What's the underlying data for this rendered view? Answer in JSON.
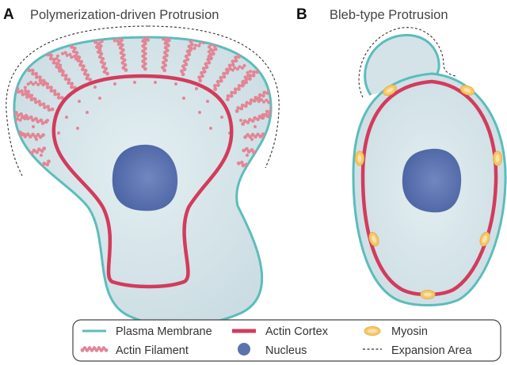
{
  "panels": {
    "a": {
      "letter": "A",
      "title": "Polymerization-driven Protrusion"
    },
    "b": {
      "letter": "B",
      "title": "Bleb-type Protrusion"
    }
  },
  "legend": {
    "plasma_membrane": "Plasma Membrane",
    "actin_cortex": "Actin Cortex",
    "myosin": "Myosin",
    "actin_filament": "Actin Filament",
    "nucleus": "Nucleus",
    "expansion_area": "Expansion Area"
  },
  "colors": {
    "membrane": "#5bbdbb",
    "cytoplasm": "#d4e3e8",
    "actin_cortex": "#d33b5c",
    "actin_filament": "#e38596",
    "myosin": "#f5c86a",
    "nucleus": "#5b72ad",
    "expansion_line": "#333333"
  }
}
